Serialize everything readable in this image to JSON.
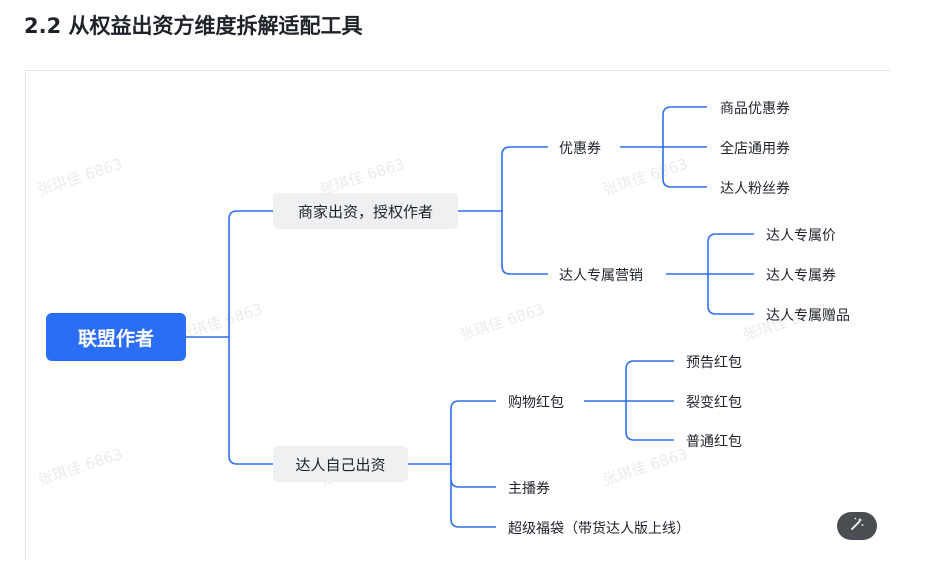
{
  "page": {
    "heading": "2.2 从权益出资方维度拆解适配工具"
  },
  "mindmap": {
    "root": "联盟作者",
    "branch_merchant": "商家出资，授权作者",
    "coupon": "优惠券",
    "coupon_items": [
      "商品优惠券",
      "全店通用券",
      "达人粉丝券"
    ],
    "exclusive": "达人专属营销",
    "exclusive_items": [
      "达人专属价",
      "达人专属券",
      "达人专属赠品"
    ],
    "branch_self": "达人自己出资",
    "redpacket": "购物红包",
    "redpacket_items": [
      "预告红包",
      "裂变红包",
      "普通红包"
    ],
    "anchor_coupon": "主播券",
    "lucky_bag": "超级福袋（带货达人版上线）"
  },
  "watermark": "张琪佳 6863",
  "colors": {
    "line": "#2b6ef6",
    "root_bg": "#2b6ef6",
    "box_bg": "#eff0f1"
  },
  "icons": {
    "magic": "magic-wand-icon"
  }
}
